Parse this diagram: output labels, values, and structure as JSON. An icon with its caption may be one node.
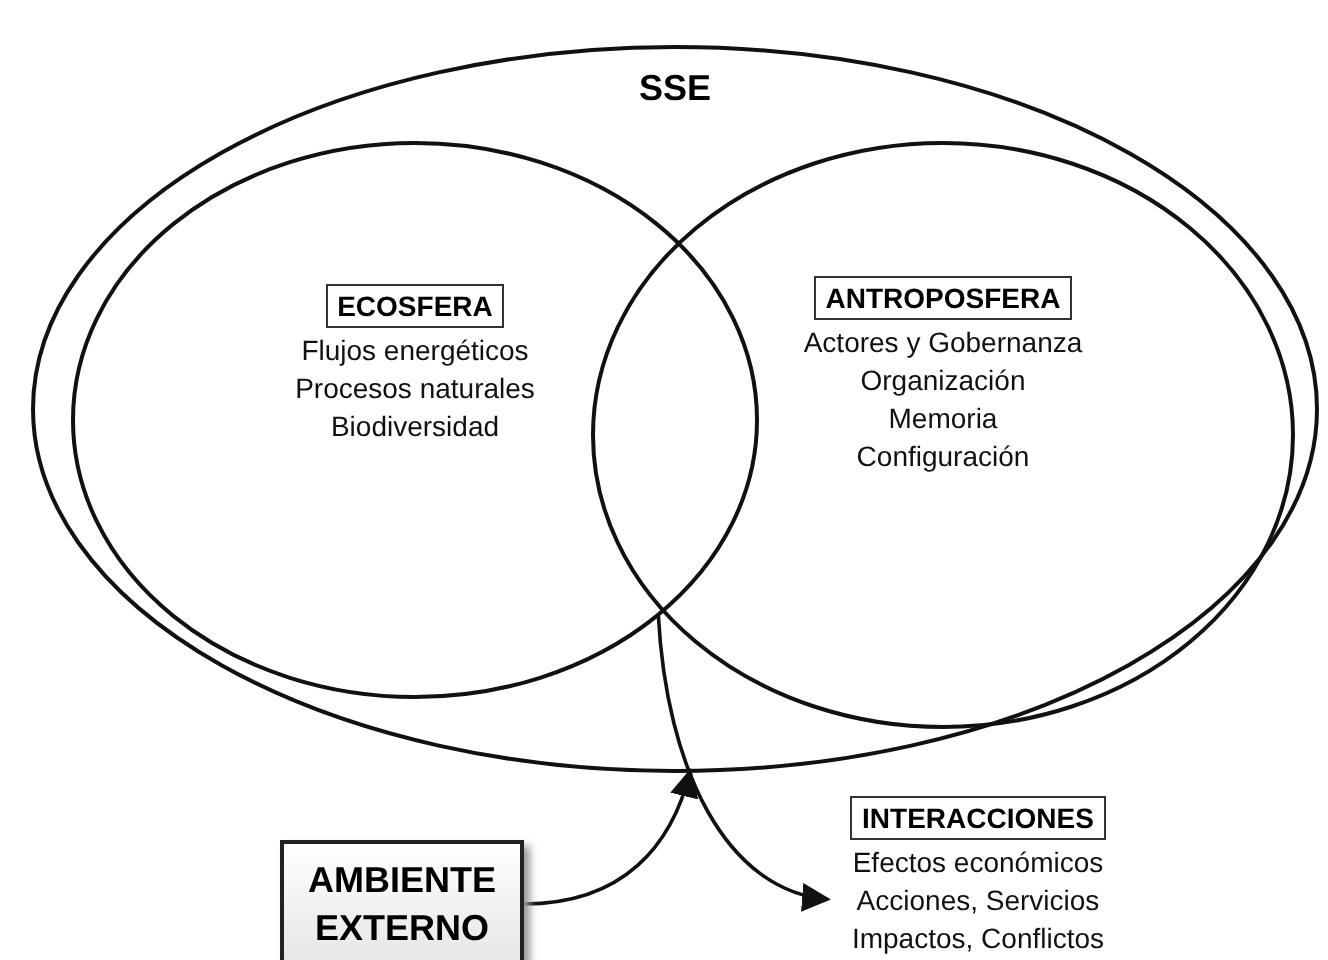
{
  "diagram": {
    "nodes": [
      {
        "text": [
          "SSE"
        ]
      },
      {
        "text": [
          "ECOSFERA",
          "Flujos energéticos",
          "Procesos naturales",
          "Biodiversidad"
        ],
        "in": 0
      },
      {
        "text": [
          "ANTROPOSFERA",
          "Actores y Gobernanza",
          "Organización",
          "Memoria",
          "Configuración"
        ],
        "in": 0
      },
      {
        "text": [
          "AMBIENTE EXTERNO"
        ]
      },
      {
        "text": [
          "INTERACCIONES",
          "Efectos económicos",
          "Acciones, Servicios",
          "Impactos, Conflictos"
        ]
      }
    ],
    "edges": [
      {
        "from": 3,
        "to": 0,
        "arrow": "to"
      },
      {
        "from": 1,
        "to": 4,
        "arrow": "to"
      }
    ]
  }
}
